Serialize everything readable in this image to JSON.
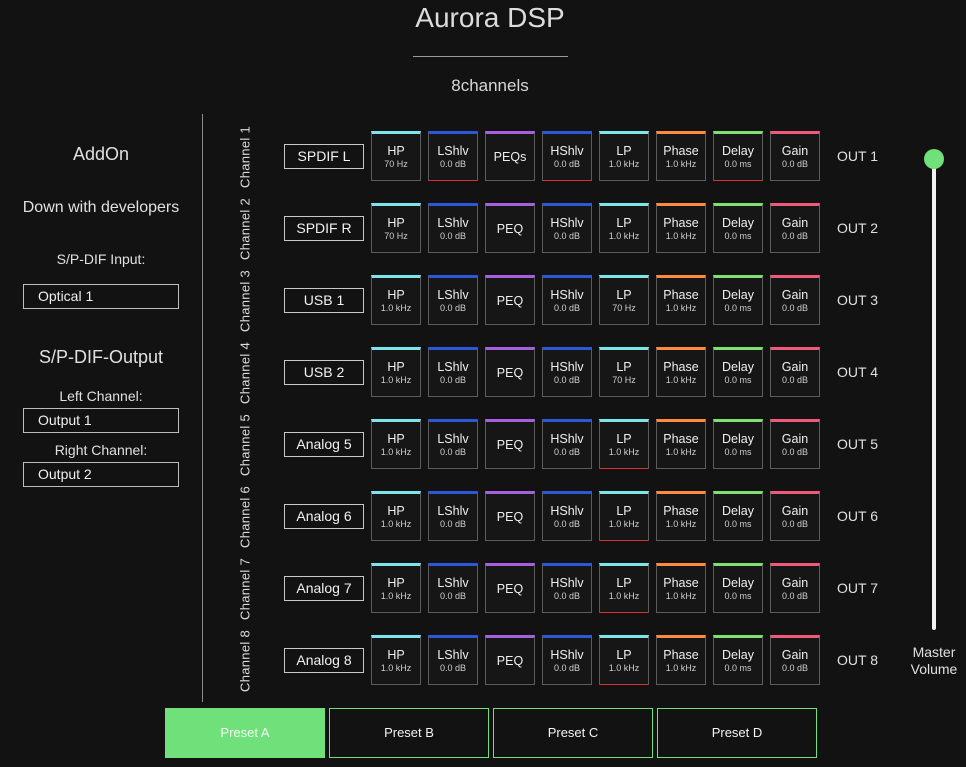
{
  "header": {
    "title": "Aurora DSP",
    "subtitle": "8channels"
  },
  "sidebar": {
    "addon": "AddOn",
    "tagline": "Down with developers",
    "spdif_input_label": "S/P-DIF Input:",
    "spdif_input_value": "Optical 1",
    "spdif_output_heading": "S/P-DIF-Output",
    "left_channel_label": "Left Channel:",
    "left_channel_value": "Output 1",
    "right_channel_label": "Right Channel:",
    "right_channel_value": "Output 2"
  },
  "block_colors": {
    "HP": "#7fe3ea",
    "LShlv": "#2b57d8",
    "PEQ": "#a65fe0",
    "HShlv": "#2b57d8",
    "LP": "#7fe3ea",
    "Phase": "#ff8a3d",
    "Delay": "#7ee06f",
    "Gain": "#ef5a7a",
    "alert": "#d3303c"
  },
  "channels": [
    {
      "label": "Channel 1",
      "source": "SPDIF L",
      "out": "OUT 1",
      "blocks": [
        {
          "name": "HP",
          "value": "70 Hz",
          "type": "HP"
        },
        {
          "name": "LShlv",
          "value": "0.0 dB",
          "type": "LShlv",
          "alert": true
        },
        {
          "name": "PEQs",
          "value": "",
          "type": "PEQ"
        },
        {
          "name": "HShlv",
          "value": "0.0 dB",
          "type": "HShlv",
          "alert": true
        },
        {
          "name": "LP",
          "value": "1.0 kHz",
          "type": "LP"
        },
        {
          "name": "Phase",
          "value": "1.0 kHz",
          "type": "Phase"
        },
        {
          "name": "Delay",
          "value": "0.0 ms",
          "type": "Delay",
          "alert": true
        },
        {
          "name": "Gain",
          "value": "0.0 dB",
          "type": "Gain"
        }
      ]
    },
    {
      "label": "Channel 2",
      "source": "SPDIF R",
      "out": "OUT 2",
      "blocks": [
        {
          "name": "HP",
          "value": "70 Hz",
          "type": "HP"
        },
        {
          "name": "LShlv",
          "value": "0.0 dB",
          "type": "LShlv"
        },
        {
          "name": "PEQ",
          "value": "",
          "type": "PEQ"
        },
        {
          "name": "HShlv",
          "value": "0.0 dB",
          "type": "HShlv"
        },
        {
          "name": "LP",
          "value": "1.0 kHz",
          "type": "LP"
        },
        {
          "name": "Phase",
          "value": "1.0 kHz",
          "type": "Phase"
        },
        {
          "name": "Delay",
          "value": "0.0 ms",
          "type": "Delay"
        },
        {
          "name": "Gain",
          "value": "0.0 dB",
          "type": "Gain"
        }
      ]
    },
    {
      "label": "Channel 3",
      "source": "USB 1",
      "out": "OUT 3",
      "blocks": [
        {
          "name": "HP",
          "value": "1.0 kHz",
          "type": "HP"
        },
        {
          "name": "LShlv",
          "value": "0.0 dB",
          "type": "LShlv"
        },
        {
          "name": "PEQ",
          "value": "",
          "type": "PEQ"
        },
        {
          "name": "HShlv",
          "value": "0.0 dB",
          "type": "HShlv"
        },
        {
          "name": "LP",
          "value": "70 Hz",
          "type": "LP"
        },
        {
          "name": "Phase",
          "value": "1.0 kHz",
          "type": "Phase"
        },
        {
          "name": "Delay",
          "value": "0.0 ms",
          "type": "Delay"
        },
        {
          "name": "Gain",
          "value": "0.0 dB",
          "type": "Gain"
        }
      ]
    },
    {
      "label": "Channel 4",
      "source": "USB 2",
      "out": "OUT 4",
      "blocks": [
        {
          "name": "HP",
          "value": "1.0 kHz",
          "type": "HP"
        },
        {
          "name": "LShlv",
          "value": "0.0 dB",
          "type": "LShlv"
        },
        {
          "name": "PEQ",
          "value": "",
          "type": "PEQ"
        },
        {
          "name": "HShlv",
          "value": "0.0 dB",
          "type": "HShlv"
        },
        {
          "name": "LP",
          "value": "70 Hz",
          "type": "LP"
        },
        {
          "name": "Phase",
          "value": "1.0 kHz",
          "type": "Phase"
        },
        {
          "name": "Delay",
          "value": "0.0 ms",
          "type": "Delay"
        },
        {
          "name": "Gain",
          "value": "0.0 dB",
          "type": "Gain"
        }
      ]
    },
    {
      "label": "Channel 5",
      "source": "Analog 5",
      "out": "OUT 5",
      "blocks": [
        {
          "name": "HP",
          "value": "1.0 kHz",
          "type": "HP"
        },
        {
          "name": "LShlv",
          "value": "0.0 dB",
          "type": "LShlv"
        },
        {
          "name": "PEQ",
          "value": "",
          "type": "PEQ"
        },
        {
          "name": "HShlv",
          "value": "0.0 dB",
          "type": "HShlv"
        },
        {
          "name": "LP",
          "value": "1.0 kHz",
          "type": "LP",
          "alert": true
        },
        {
          "name": "Phase",
          "value": "1.0 kHz",
          "type": "Phase"
        },
        {
          "name": "Delay",
          "value": "0.0 ms",
          "type": "Delay"
        },
        {
          "name": "Gain",
          "value": "0.0 dB",
          "type": "Gain"
        }
      ]
    },
    {
      "label": "Channel 6",
      "source": "Analog 6",
      "out": "OUT 6",
      "blocks": [
        {
          "name": "HP",
          "value": "1.0 kHz",
          "type": "HP"
        },
        {
          "name": "LShlv",
          "value": "0.0 dB",
          "type": "LShlv"
        },
        {
          "name": "PEQ",
          "value": "",
          "type": "PEQ"
        },
        {
          "name": "HShlv",
          "value": "0.0 dB",
          "type": "HShlv"
        },
        {
          "name": "LP",
          "value": "1.0 kHz",
          "type": "LP",
          "alert": true
        },
        {
          "name": "Phase",
          "value": "1.0 kHz",
          "type": "Phase"
        },
        {
          "name": "Delay",
          "value": "0.0 ms",
          "type": "Delay"
        },
        {
          "name": "Gain",
          "value": "0.0 dB",
          "type": "Gain"
        }
      ]
    },
    {
      "label": "Channel 7",
      "source": "Analog 7",
      "out": "OUT 7",
      "blocks": [
        {
          "name": "HP",
          "value": "1.0 kHz",
          "type": "HP"
        },
        {
          "name": "LShlv",
          "value": "0.0 dB",
          "type": "LShlv"
        },
        {
          "name": "PEQ",
          "value": "",
          "type": "PEQ"
        },
        {
          "name": "HShlv",
          "value": "0.0 dB",
          "type": "HShlv"
        },
        {
          "name": "LP",
          "value": "1.0 kHz",
          "type": "LP",
          "alert": true
        },
        {
          "name": "Phase",
          "value": "1.0 kHz",
          "type": "Phase"
        },
        {
          "name": "Delay",
          "value": "0.0 ms",
          "type": "Delay"
        },
        {
          "name": "Gain",
          "value": "0.0 dB",
          "type": "Gain"
        }
      ]
    },
    {
      "label": "Channel 8",
      "source": "Analog 8",
      "out": "OUT 8",
      "blocks": [
        {
          "name": "HP",
          "value": "1.0 kHz",
          "type": "HP"
        },
        {
          "name": "LShlv",
          "value": "0.0 dB",
          "type": "LShlv"
        },
        {
          "name": "PEQ",
          "value": "",
          "type": "PEQ"
        },
        {
          "name": "HShlv",
          "value": "0.0 dB",
          "type": "HShlv"
        },
        {
          "name": "LP",
          "value": "1.0 kHz",
          "type": "LP",
          "alert": true
        },
        {
          "name": "Phase",
          "value": "1.0 kHz",
          "type": "Phase"
        },
        {
          "name": "Delay",
          "value": "0.0 ms",
          "type": "Delay"
        },
        {
          "name": "Gain",
          "value": "0.0 dB",
          "type": "Gain"
        }
      ]
    }
  ],
  "master": {
    "label": "Master Volume",
    "level": 1.0,
    "accent": "#6fe07a"
  },
  "presets": [
    {
      "label": "Preset A",
      "active": true
    },
    {
      "label": "Preset B",
      "active": false
    },
    {
      "label": "Preset C",
      "active": false
    },
    {
      "label": "Preset D",
      "active": false
    }
  ]
}
